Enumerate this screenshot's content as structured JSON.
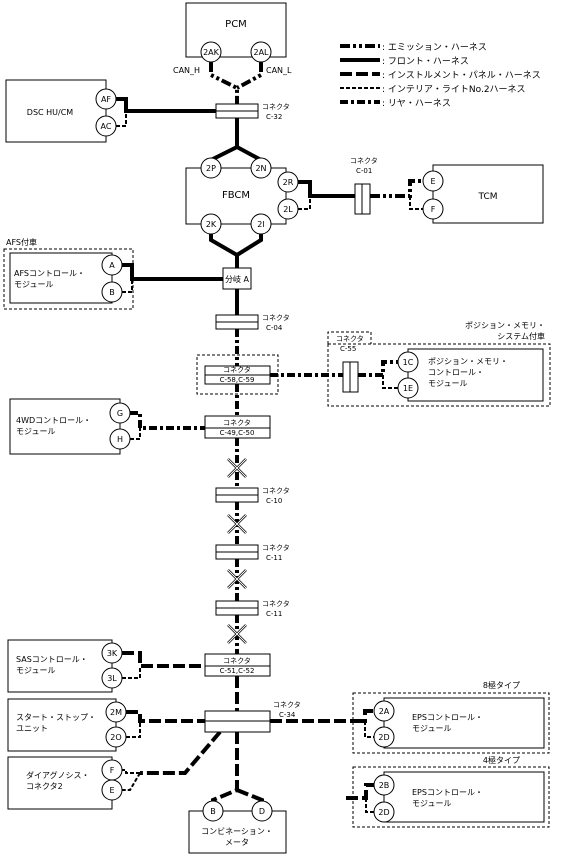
{
  "legend": {
    "emission": ": エミッション・ハーネス",
    "front": ": フロント・ハーネス",
    "instrument": ": インストルメント・パネル・ハーネス",
    "interior": ": インテリア・ライトNo.2ハーネス",
    "rear": ": リヤ・ハーネス"
  },
  "modules": {
    "pcm": "PCM",
    "dsc": "DSC HU/CM",
    "fbcm": "FBCM",
    "tcm": "TCM",
    "afs_1": "AFSコントロール・",
    "afs_2": "モジュール",
    "afs_group": "AFS付車",
    "posmem_group_1": "ポジション・メモリ・",
    "posmem_group_2": "システム付車",
    "posmem_1": "ポジション・メモリ・",
    "posmem_2": "コントロール・",
    "posmem_3": "モジュール",
    "wd4_1": "4WDコントロール・",
    "wd4_2": "モジュール",
    "sas_1": "SASコントロール・",
    "sas_2": "モジュール",
    "start_1": "スタート・ストップ・",
    "start_2": "ユニット",
    "diag_1": "ダイアグノシス・",
    "diag_2": "コネクタ2",
    "eps8_group": "8極タイプ",
    "eps4_group": "4極タイプ",
    "eps_1": "EPSコントロール・",
    "eps_2": "モジュール",
    "combi_1": "コンビネーション・",
    "combi_2": "メータ"
  },
  "pins": {
    "pcm_a": "2AK",
    "pcm_b": "2AL",
    "dsc_a": "AF",
    "dsc_b": "AC",
    "fbcm_tl": "2P",
    "fbcm_tr": "2N",
    "fbcm_r1": "2R",
    "fbcm_r2": "2L",
    "fbcm_bl": "2K",
    "fbcm_br": "2I",
    "tcm_a": "E",
    "tcm_b": "F",
    "afs_a": "A",
    "afs_b": "B",
    "pm_a": "1C",
    "pm_b": "1E",
    "wd_a": "G",
    "wd_b": "H",
    "sas_a": "3K",
    "sas_b": "3L",
    "st_a": "2M",
    "st_b": "2O",
    "dg_a": "F",
    "dg_b": "E",
    "eps8_a": "2A",
    "eps8_b": "2D",
    "eps4_a": "2B",
    "eps4_b": "2D",
    "cm_a": "B",
    "cm_b": "D"
  },
  "signals": {
    "can_h": "CAN_H",
    "can_l": "CAN_L"
  },
  "connectors": {
    "word": "コネクタ",
    "c32": "C-32",
    "c01": "C-01",
    "branch_a": "分岐 A",
    "c04": "C-04",
    "c55": "C-55",
    "c58": "C-58,C-59",
    "c49": "C-49,C-50",
    "c10": "C-10",
    "c11": "C-11",
    "c51": "C-51,C-52",
    "c34": "C-34"
  }
}
